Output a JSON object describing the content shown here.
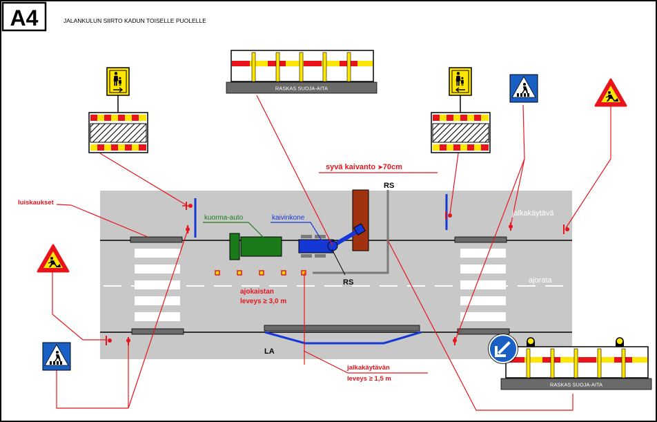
{
  "header": {
    "code": "A4",
    "title": "JALANKULUN SIIRTO KADUN TOISELLE PUOLELLE"
  },
  "labels": {
    "deep_excavation": "syvä kaivanto",
    "deep_excavation_value": "70cm",
    "rs_top": "RS",
    "rs_bottom": "RS",
    "ramps": "luiskaukset",
    "truck": "kuorma-auto",
    "excavator": "kaivinkone",
    "sidewalk": "jalkakäytävä",
    "roadway": "ajorata",
    "lane_width_1": "ajokaistan",
    "lane_width_2": "leveys ≥ 3,0 m",
    "sidewalk_width_1": "jalkakäytävän",
    "sidewalk_width_2": "leveys ≥ 1,5  m",
    "la": "LA",
    "barrier_top": "RASKAS SUOJA-AITA",
    "barrier_bottom": "RASKAS SUOJA-AITA"
  },
  "colors": {
    "red": "#e8141c",
    "yellow": "#ffe600",
    "blue": "#1537d6",
    "green": "#1a7a1a",
    "brown": "#a0320f",
    "street": "#c8c8c8",
    "sign_blue": "#1a5fc4"
  },
  "icons": {
    "pedestrian_right_sign": "pedestrian-arrow-right-sign-icon",
    "pedestrian_left_sign": "pedestrian-arrow-left-sign-icon",
    "crossing_sign": "pedestrian-crossing-sign-icon",
    "roadwork_sign": "road-work-warning-sign-icon",
    "keep_left_sign": "keep-left-arrow-sign-icon",
    "warning_light": "warning-light-icon"
  }
}
